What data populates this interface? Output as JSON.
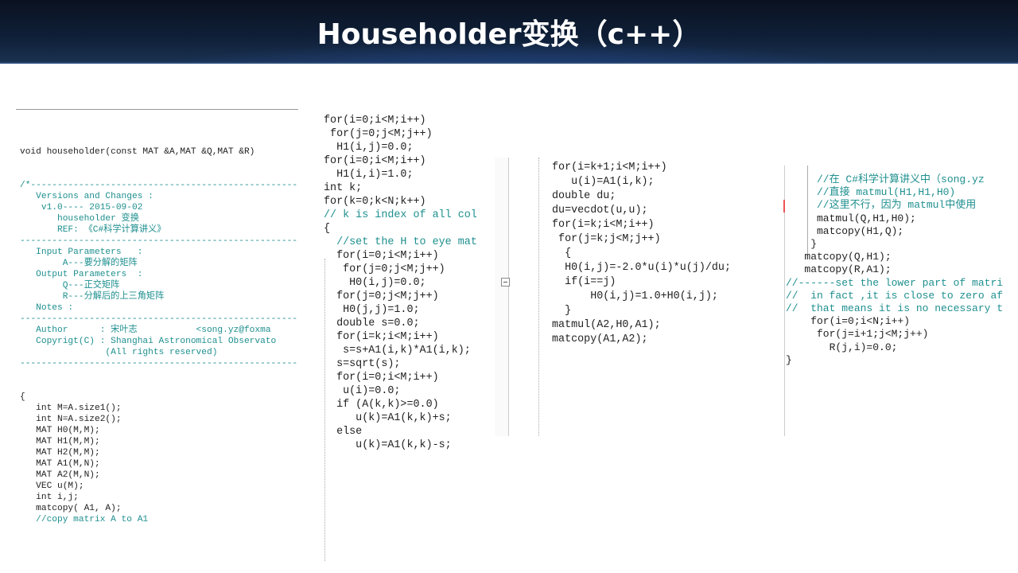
{
  "slide": {
    "title": "Householder变换（c++）"
  },
  "panel1": {
    "signature": "void householder(const MAT &A,MAT &Q,MAT &R)",
    "header_comment": [
      "/*------------------------------------------------------",
      "   Versions and Changes :",
      "    v1.0---- 2015-09-02",
      "       householder 变换",
      "       REF: 《C#科学计算讲义》",
      "--------------------------------------------------------",
      "   Input Parameters   :",
      "        A---要分解的矩阵",
      "   Output Parameters  :",
      "        Q---正交矩阵",
      "        R---分解后的上三角矩阵",
      "   Notes :",
      "--------------------------------------------------------",
      "   Author      : 宋叶志           <song.yz@foxma",
      "   Copyrigt(C) : Shanghai Astronomical Observato",
      "                (All rights reserved)",
      "--------------------------------------------------------"
    ],
    "body": [
      "{",
      "   int M=A.size1();",
      "   int N=A.size2();",
      "",
      "   MAT H0(M,M);",
      "   MAT H1(M,M);",
      "   MAT H2(M,M);",
      "",
      "   MAT A1(M,N);",
      "   MAT A2(M,N);",
      "",
      "   VEC u(M);",
      "",
      "   int i,j;",
      "",
      "   matcopy( A1, A);",
      "   //copy matrix A to A1"
    ]
  },
  "panel2": {
    "lines": [
      "for(i=0;i<M;i++)",
      " for(j=0;j<M;j++)",
      "  H1(i,j)=0.0;",
      "for(i=0;i<M;i++)",
      "  H1(i,i)=1.0;",
      "",
      "",
      "int k;",
      "for(k=0;k<N;k++)",
      "// k is index of all col",
      "{",
      "  //set the H to eye mat",
      "  for(i=0;i<M;i++)",
      "   for(j=0;j<M;j++)",
      "    H0(i,j)=0.0;",
      "",
      "  for(j=0;j<M;j++)",
      "   H0(j,j)=1.0;",
      "",
      "  double s=0.0;",
      "  for(i=k;i<M;i++)",
      "   s=s+A1(i,k)*A1(i,k);",
      "",
      "  s=sqrt(s);",
      "",
      "  for(i=0;i<M;i++)",
      "   u(i)=0.0;",
      "",
      "  if (A(k,k)>=0.0)",
      "     u(k)=A1(k,k)+s;",
      "  else",
      "     u(k)=A1(k,k)-s;"
    ]
  },
  "panel3": {
    "lines": [
      "for(i=k+1;i<M;i++)",
      "   u(i)=A1(i,k);",
      "",
      "double du;",
      "du=vecdot(u,u);",
      "",
      "for(i=k;i<M;i++)",
      " for(j=k;j<M;j++)",
      "  {",
      "",
      "  H0(i,j)=-2.0*u(i)*u(j)/du;",
      "  if(i==j)",
      "      H0(i,j)=1.0+H0(i,j);",
      "",
      "  }",
      "",
      "matmul(A2,H0,A1);",
      "matcopy(A1,A2);"
    ]
  },
  "panel4": {
    "lines": [
      "     //在 C#科学计算讲义中（song.yz",
      "     //直接 matmul(H1,H1,H0)",
      "     //这里不行，因为 matmul中使用",
      "     matmul(Q,H1,H0);",
      "     matcopy(H1,Q);",
      "",
      "    }",
      "",
      "   matcopy(Q,H1);",
      "   matcopy(R,A1);",
      "",
      "",
      "//------set the lower part of matri",
      "//  in fact ,it is close to zero af",
      "//  that means it is no necessary t",
      "    for(i=0;i<N;i++)",
      "     for(j=i+1;j<M;j++)",
      "       R(j,i)=0.0;",
      "",
      "",
      "",
      "}"
    ]
  },
  "colors": {
    "keyword": "#2a2ad0",
    "operator": "#e23a3a",
    "comment": "#2a9a9a"
  }
}
